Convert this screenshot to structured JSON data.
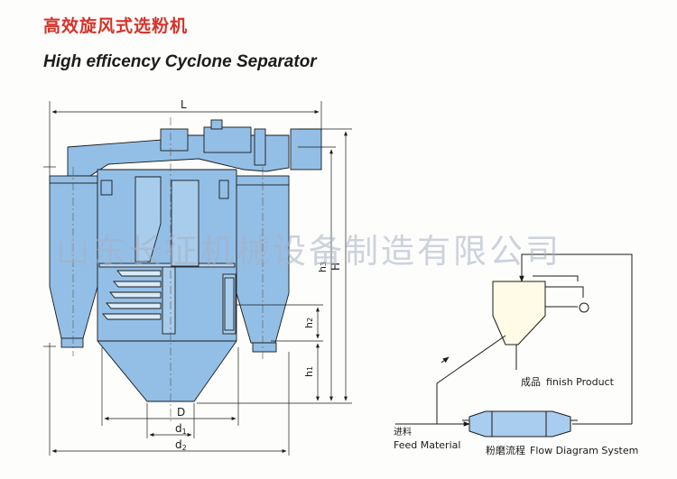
{
  "header": {
    "title_cn": "高效旋风式选粉机",
    "title_en": "High efficency Cyclone Separator"
  },
  "watermark": "山东长征机械设备制造有限公司",
  "machine_drawing": {
    "dimensions": {
      "L": "L",
      "H": "H",
      "h1": "h",
      "h1_sub": "1",
      "h2": "h",
      "h2_sub": "2",
      "h3": "h",
      "h3_sub": "3",
      "D": "D",
      "d1": "d",
      "d1_sub": "1",
      "d2": "d",
      "d2_sub": "2"
    },
    "colors": {
      "body": "#93bfe6",
      "line": "#1a1a1a"
    }
  },
  "flow_diagram": {
    "finish_product_cn": "成品",
    "finish_product_en": "finish Product",
    "feed_cn": "进料",
    "feed_en": "Feed Material",
    "system_cn": "粉磨流程",
    "system_en": "Flow Diagram System"
  }
}
